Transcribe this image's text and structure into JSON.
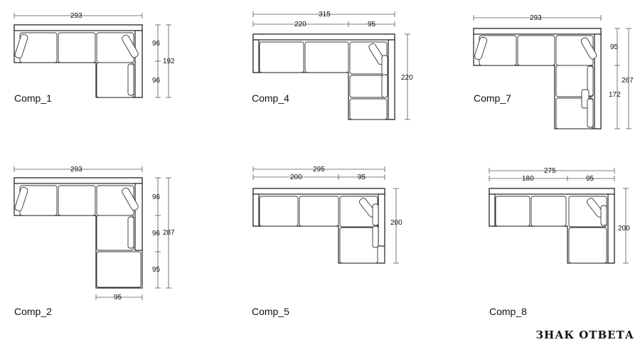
{
  "components": [
    {
      "id": "comp1",
      "label": "Comp_1",
      "dims": [
        "293",
        "96",
        "96",
        "192"
      ]
    },
    {
      "id": "comp2",
      "label": "Comp_2",
      "dims": [
        "293",
        "96",
        "96",
        "95",
        "287",
        "95"
      ]
    },
    {
      "id": "comp4",
      "label": "Comp_4",
      "dims": [
        "315",
        "220",
        "95",
        "220"
      ]
    },
    {
      "id": "comp5",
      "label": "Comp_5",
      "dims": [
        "295",
        "200",
        "95",
        "200"
      ]
    },
    {
      "id": "comp7",
      "label": "Comp_7",
      "dims": [
        "293",
        "95",
        "172",
        "267"
      ]
    },
    {
      "id": "comp8",
      "label": "Comp_8",
      "dims": [
        "275",
        "180",
        "95",
        "200"
      ]
    }
  ],
  "watermark": "ЗНАК ОТВЕТА"
}
